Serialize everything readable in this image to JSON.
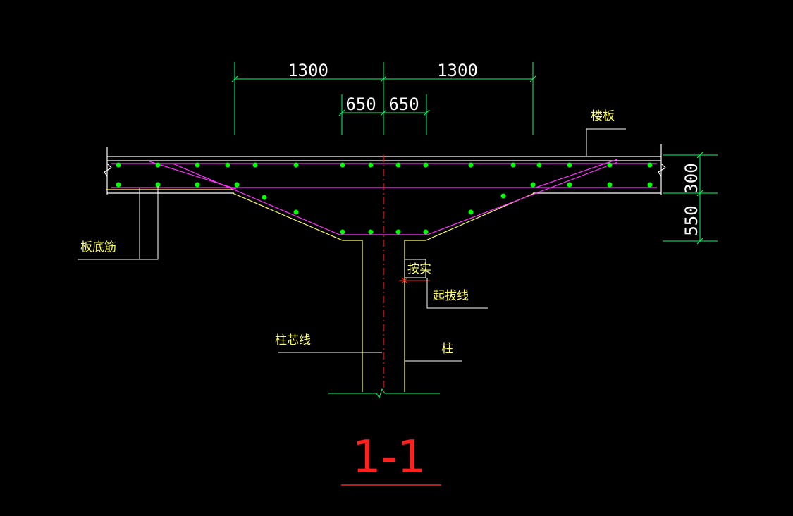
{
  "drawing": {
    "title": "1-1",
    "colors": {
      "background": "#000000",
      "dimension": "#00ff66",
      "dimension_text": "#ffffff",
      "outline": "#ffff66",
      "slab_line": "#ffffff",
      "rebar": "#ff33ff",
      "rebar_dot": "#00ff00",
      "centerline": "#ff2020",
      "label": "#ffff66",
      "leader": "#ffffff",
      "title": "#ff2020"
    },
    "dimensions": {
      "top_left": "1300",
      "top_right": "1300",
      "inner_left": "650",
      "inner_right": "650",
      "side_upper": "300",
      "side_lower": "550"
    },
    "labels": {
      "slab": "楼板",
      "slab_bottom_rebar": "板底筋",
      "per_actual": "按实",
      "start_line": "起拔线",
      "column_centerline": "柱芯线",
      "column": "柱"
    }
  }
}
